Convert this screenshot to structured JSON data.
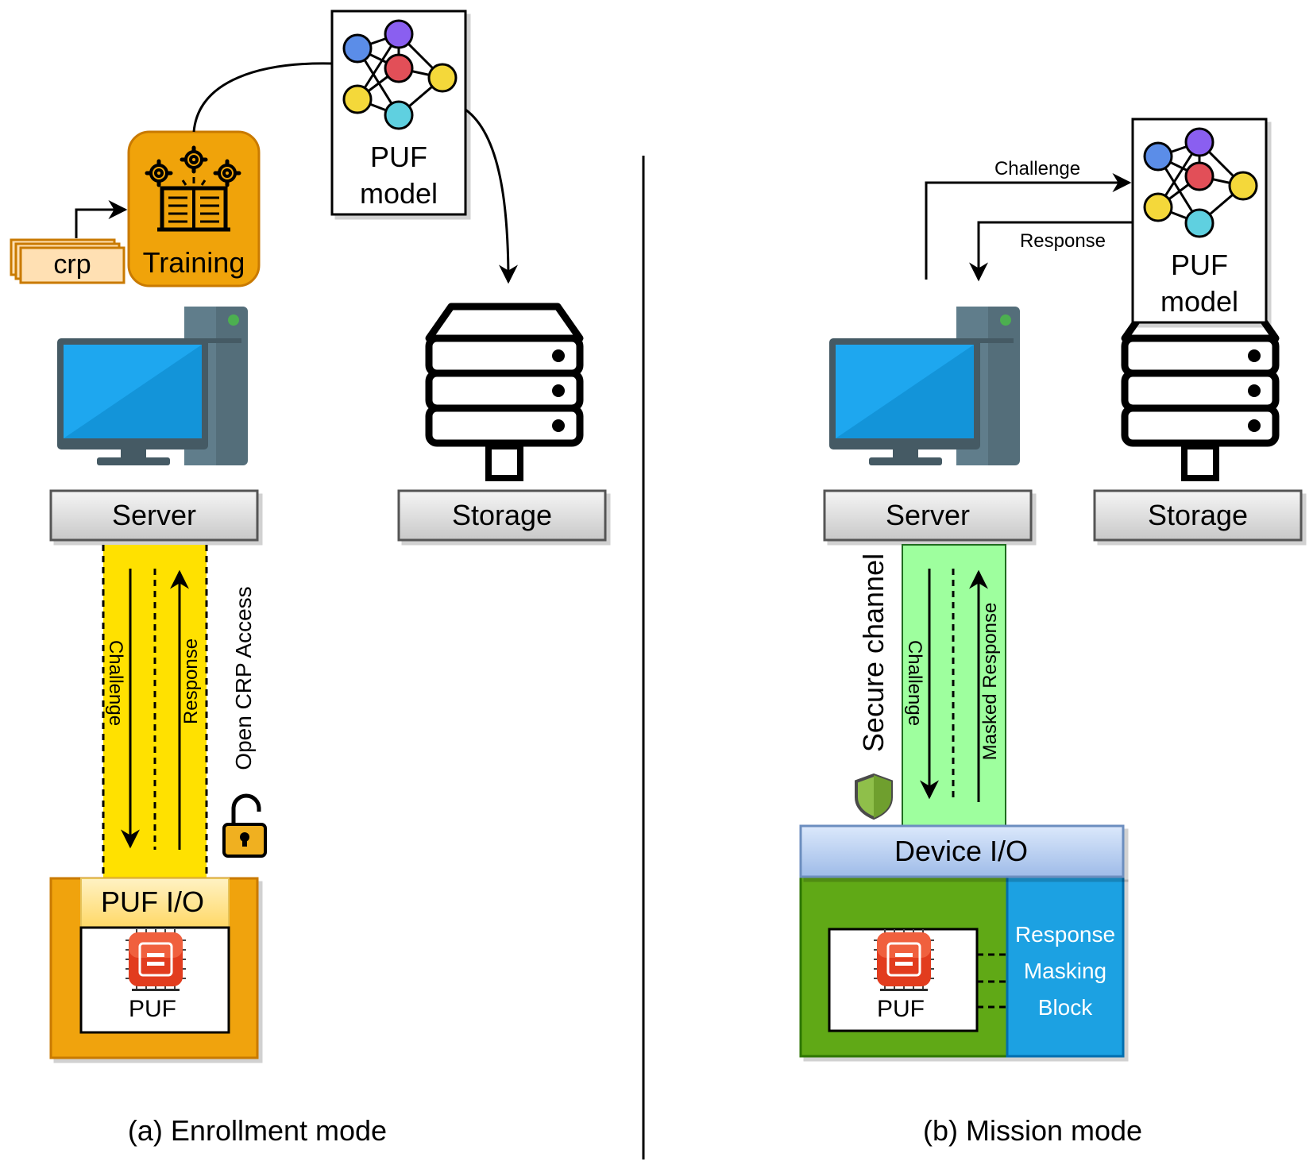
{
  "enrollment": {
    "crp_label": "crp",
    "training_label": "Training",
    "model_label_line1": "PUF",
    "model_label_line2": "model",
    "server_label": "Server",
    "storage_label": "Storage",
    "challenge_label": "Challenge",
    "response_label": "Response",
    "open_access_label": "Open CRP Access",
    "puf_io_label": "PUF I/O",
    "puf_label": "PUF",
    "caption": "(a) Enrollment mode"
  },
  "mission": {
    "challenge_label": "Challenge",
    "response_label": "Response",
    "model_label_line1": "PUF",
    "model_label_line2": "model",
    "server_label": "Server",
    "storage_label": "Storage",
    "secure_channel_label": "Secure channel",
    "channel_challenge_label": "Challenge",
    "masked_response_label": "Masked Response",
    "device_io_label": "Device I/O",
    "masking_line1": "Response",
    "masking_line2": "Masking",
    "masking_line3": "Block",
    "puf_label": "PUF",
    "caption": "(b) Mission mode"
  },
  "icons": [
    "neural-network-icon",
    "gears-book-icon",
    "computer-icon",
    "server-rack-icon",
    "chip-icon",
    "unlocked-padlock-icon",
    "shield-icon"
  ],
  "colors": {
    "training_orange": "#f0a30a",
    "crp_fill": "#ffe0b3",
    "open_channel_yellow": "#ffe100",
    "secure_channel_green": "#9eff9e",
    "device_green": "#60a917",
    "masking_blue": "#1ba1e2",
    "device_io_blue": "#b4cdf0",
    "puf_io_gold": "#ffe490",
    "monitor_blue": "#1ea7ef",
    "chip_red": "#e23c1e"
  }
}
